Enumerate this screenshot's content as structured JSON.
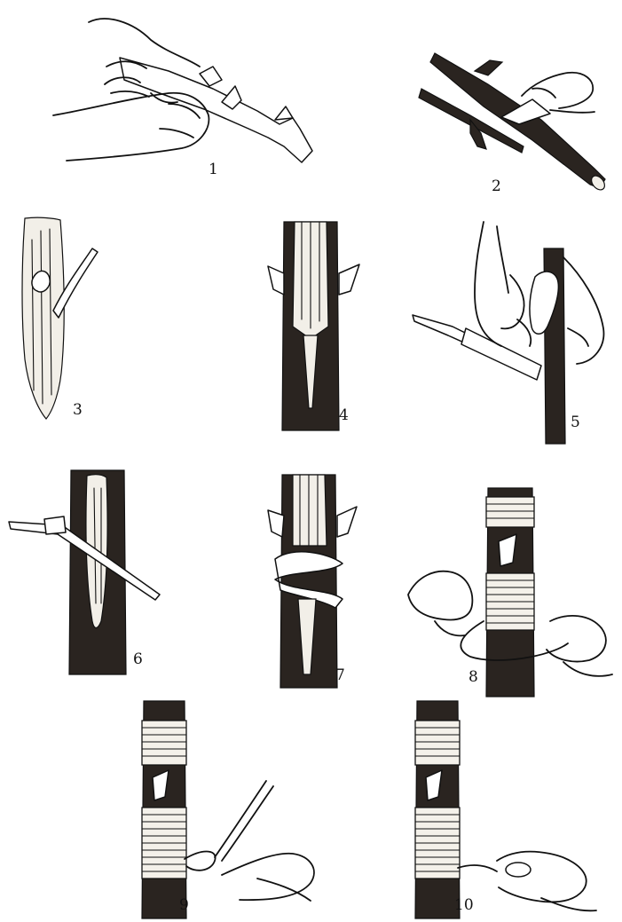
{
  "figure": {
    "step_labels": [
      "1",
      "2",
      "3",
      "4",
      "5",
      "6",
      "7",
      "8",
      "9",
      "10"
    ]
  },
  "icons": [
    "hands-holding-budwood-icon",
    "knife-cutting-branch-icon",
    "cut-bud-shield-icon",
    "t-cut-stock-icon",
    "hands-knife-cut-icon",
    "knife-opening-bark-icon",
    "bud-inserted-icon",
    "hands-wrapping-tie-icon",
    "wrapping-completed-icon",
    "hand-finishing-tie-icon"
  ]
}
